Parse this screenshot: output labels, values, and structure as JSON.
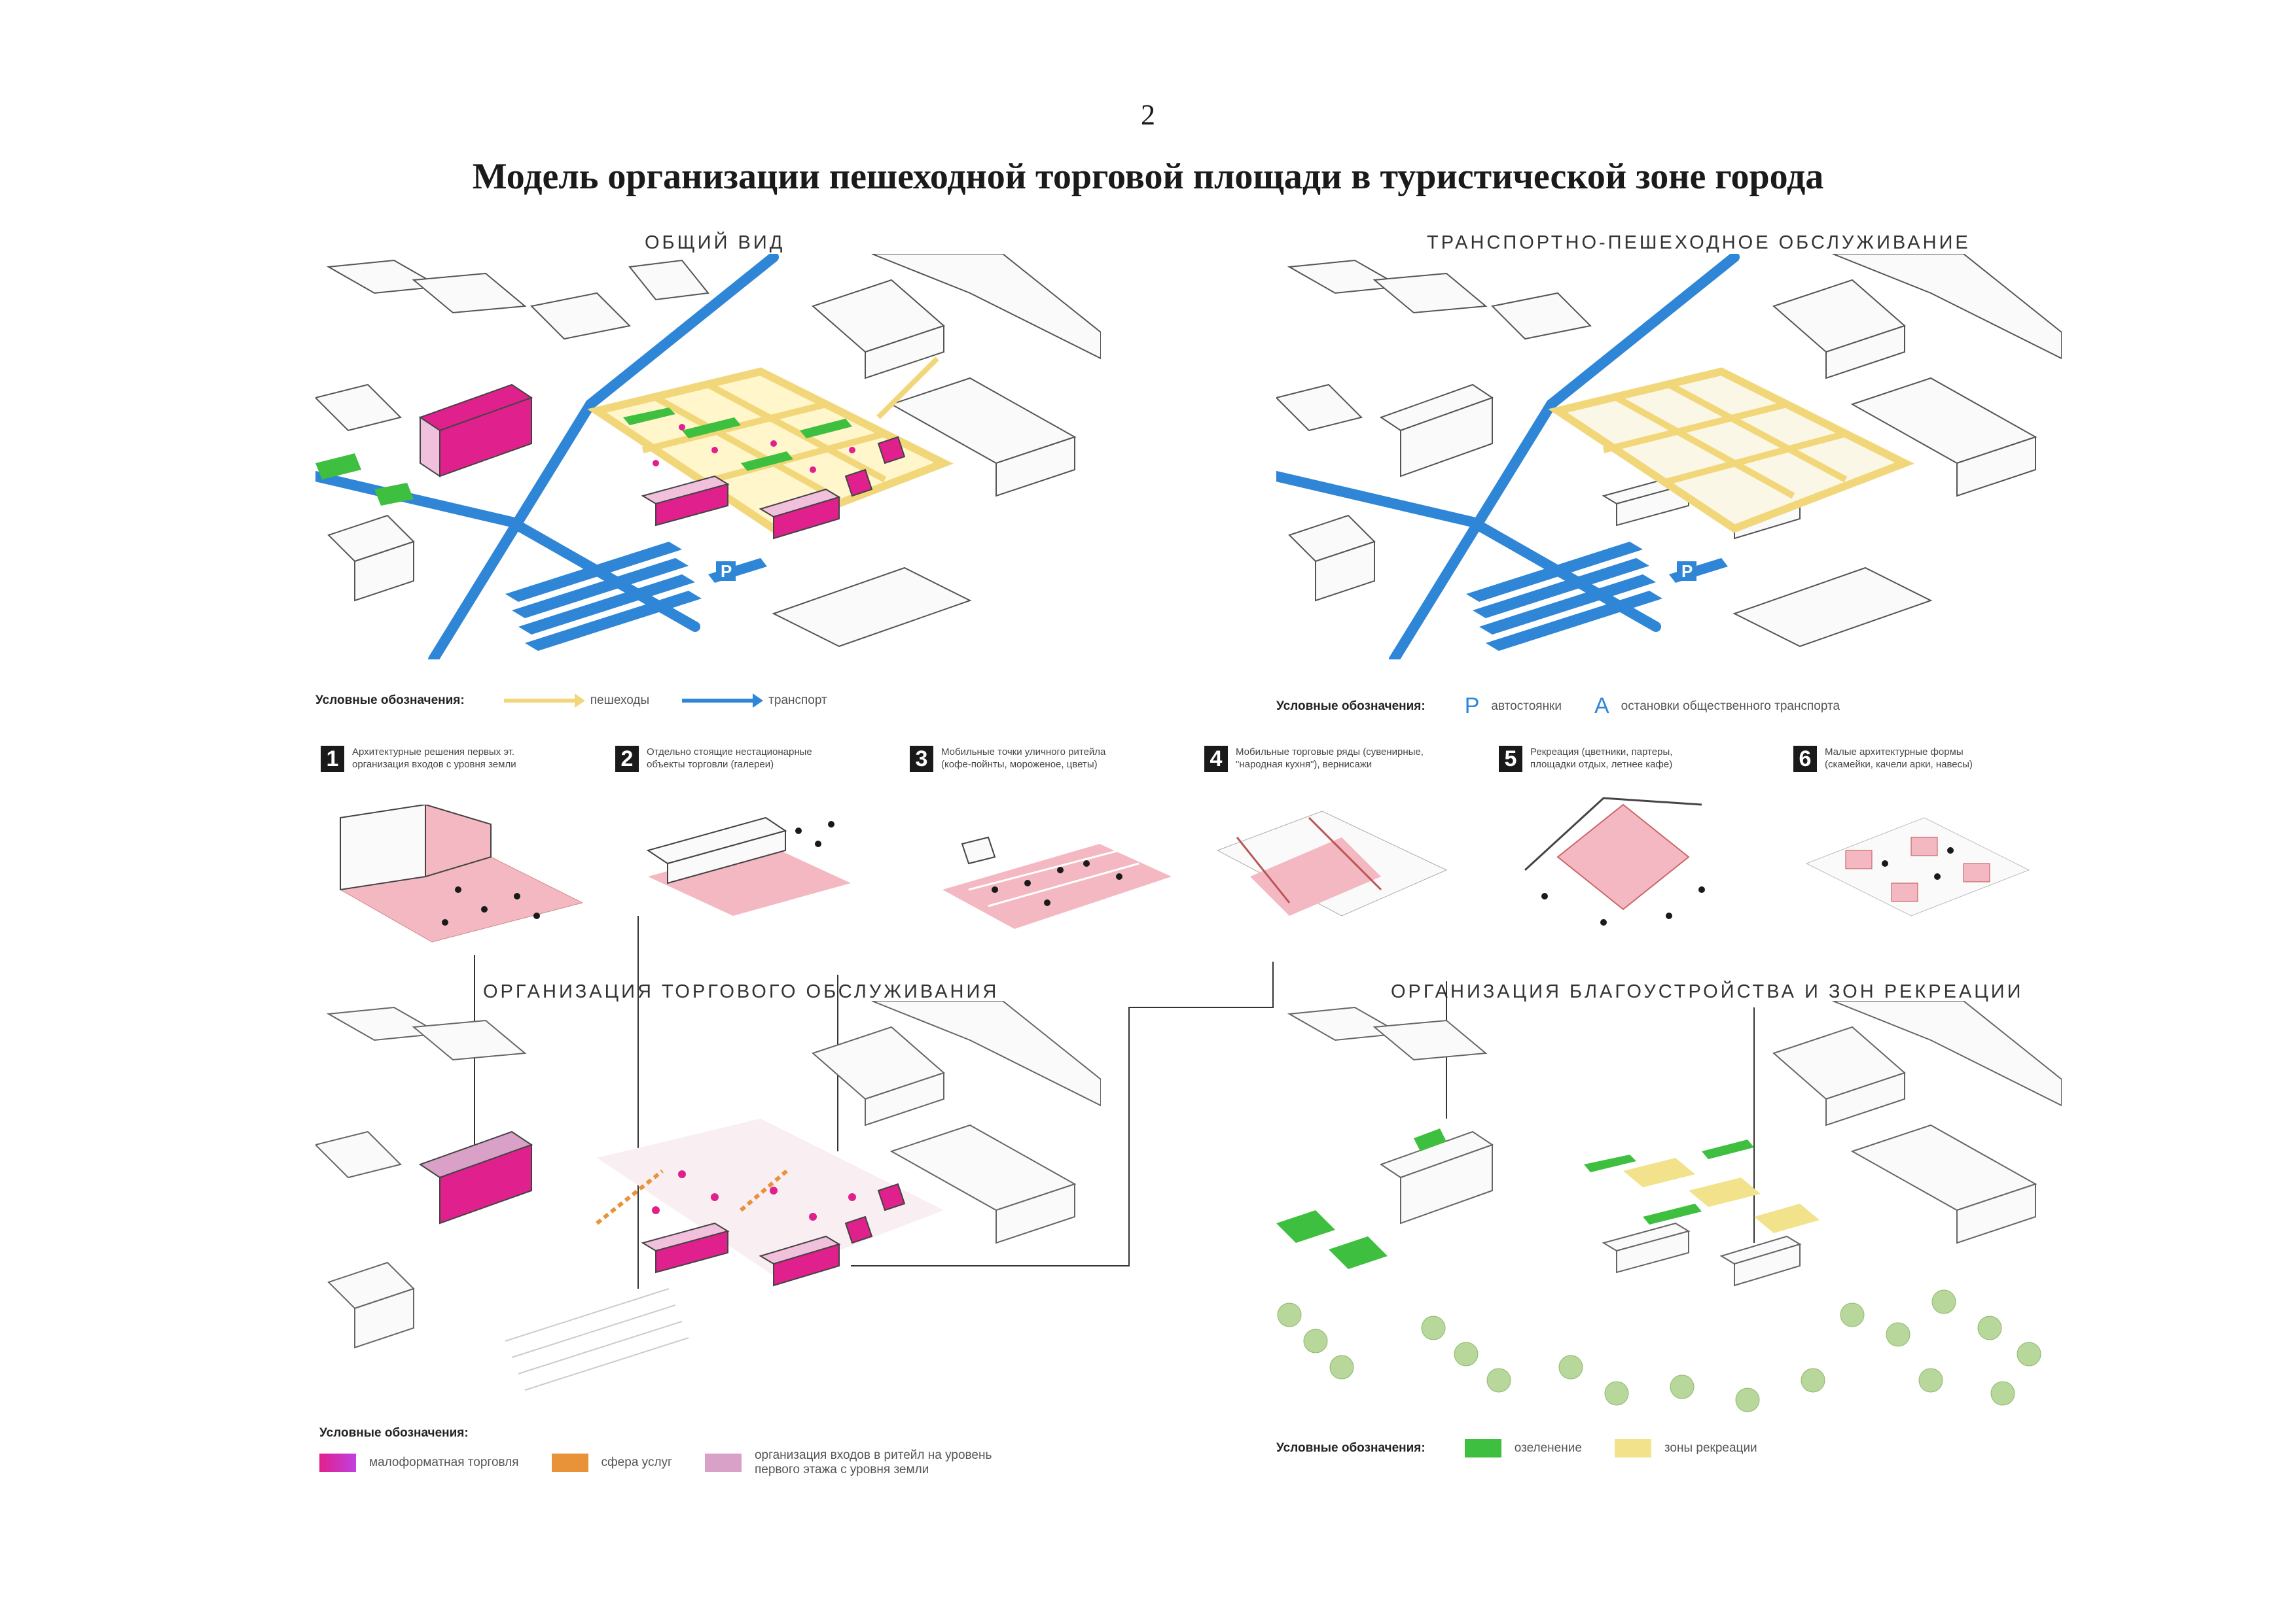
{
  "page": {
    "number": "2",
    "title": "Модель организации пешеходной торговой площади в туристической зоне города"
  },
  "panels": {
    "general": {
      "title": "ОБЩИЙ ВИД"
    },
    "transport": {
      "title": "ТРАНСПОРТНО-ПЕШЕХОДНОЕ ОБСЛУЖИВАНИЕ"
    },
    "trade": {
      "title": "ОРГАНИЗАЦИЯ ТОРГОВОГО ОБСЛУЖИВАНИЯ"
    },
    "recreation": {
      "title": "ОРГАНИЗАЦИЯ БЛАГОУСТРОЙСТВА И ЗОН РЕКРЕАЦИИ"
    }
  },
  "legends": {
    "label": "Условные обозначения:",
    "general": {
      "pedestrians": "пешеходы",
      "transport": "транспорт"
    },
    "transport": {
      "parking_symbol": "P",
      "parking": "автостоянки",
      "stops_symbol": "A",
      "stops": "остановки общественного транспорта"
    },
    "trade": {
      "small_trade": "малоформатная торговля",
      "services": "сфера услуг",
      "entrances_line1": "организация входов в ритейл на уровень",
      "entrances_line2": "первого этажа с уровня земли"
    },
    "recreation": {
      "greenery": "озеленение",
      "recreation_zones": "зоны рекреации"
    }
  },
  "categories": [
    {
      "num": "1",
      "line1": "Архитектурные решения первых эт.",
      "line2": "организация входов с уровня земли"
    },
    {
      "num": "2",
      "line1": "Отдельно стоящие нестационарные",
      "line2": "объекты торговли (галереи)"
    },
    {
      "num": "3",
      "line1": "Мобильные точки уличного ритейла",
      "line2": "(кофе-пойнты, мороженое, цветы)"
    },
    {
      "num": "4",
      "line1": "Мобильные торговые ряды (сувенирные,",
      "line2": "\"народная кухня\"), вернисажи"
    },
    {
      "num": "5",
      "line1": "Рекреация (цветники, партеры,",
      "line2": "площадки отдых, летнее кафе)"
    },
    {
      "num": "6",
      "line1": "Малые архитектурные формы",
      "line2": "(скамейки, качели арки, навесы)"
    }
  ],
  "colors": {
    "pedestrian": "#f2d77a",
    "transport": "#2f86d6",
    "small_trade": "#e0208c",
    "services": "#e8923a",
    "entrances": "#d9a0c8",
    "greenery": "#3fbf3f",
    "recreation": "#f2e28c",
    "pink_zone": "#f4b8c2"
  },
  "icons": [
    "parking-icon",
    "bus-stop-icon",
    "person-icon",
    "tree-icon",
    "kiosk-icon"
  ]
}
